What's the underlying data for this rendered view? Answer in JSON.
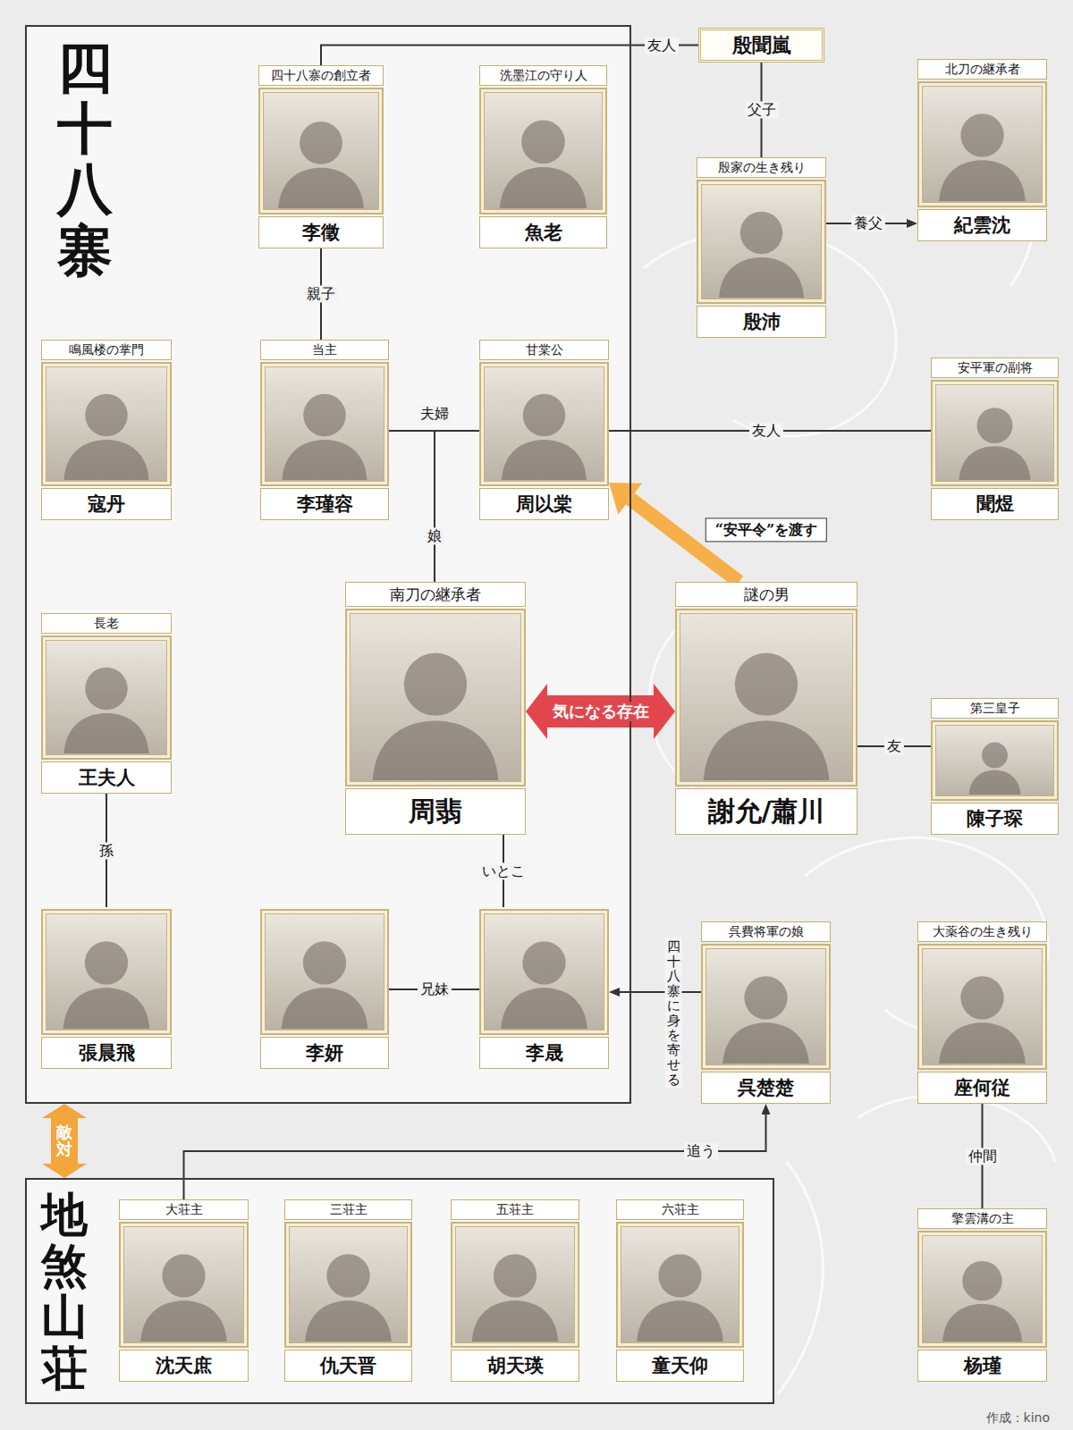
{
  "diagram": {
    "nodes": [
      {
        "text": [
          "四十八寨"
        ]
      },
      {
        "text": [
          "四十八寨の創立者",
          "李徵"
        ],
        "in": 0
      },
      {
        "text": [
          "洗墨江の守り人",
          "魚老"
        ],
        "in": 0
      },
      {
        "text": [
          "殷聞嵐"
        ]
      },
      {
        "text": [
          "殷家の生き残り",
          "殷沛"
        ]
      },
      {
        "text": [
          "北刀の継承者",
          "紀雲沈"
        ]
      },
      {
        "text": [
          "鳴風楼の掌門",
          "寇丹"
        ],
        "in": 0
      },
      {
        "text": [
          "当主",
          "李瑾容"
        ],
        "in": 0
      },
      {
        "text": [
          "甘棠公",
          "周以棠"
        ],
        "in": 0
      },
      {
        "text": [
          "安平軍の副将",
          "聞煜"
        ]
      },
      {
        "text": [
          "長老",
          "王夫人"
        ],
        "in": 0
      },
      {
        "text": [
          "南刀の継承者",
          "周翡"
        ],
        "in": 0
      },
      {
        "text": [
          "謎の男",
          "謝允/蕭川"
        ]
      },
      {
        "text": [
          "第三皇子",
          "陳子琛"
        ]
      },
      {
        "text": [
          "張晨飛"
        ],
        "in": 0
      },
      {
        "text": [
          "李妍"
        ],
        "in": 0
      },
      {
        "text": [
          "李晟"
        ],
        "in": 0
      },
      {
        "text": [
          "呉費将軍の娘",
          "呉楚楚"
        ]
      },
      {
        "text": [
          "大薬谷の生き残り",
          "座何従"
        ]
      },
      {
        "text": [
          "地煞山荘"
        ]
      },
      {
        "text": [
          "大荘主",
          "沈天庶"
        ],
        "in": 19
      },
      {
        "text": [
          "三荘主",
          "仇天晋"
        ],
        "in": 19
      },
      {
        "text": [
          "五荘主",
          "胡天瑛"
        ],
        "in": 19
      },
      {
        "text": [
          "六荘主",
          "童天仰"
        ],
        "in": 19
      },
      {
        "text": [
          "擎雲溝の主",
          "杨瑾"
        ]
      }
    ],
    "edges": [
      {
        "from": 1,
        "to": 3,
        "label": "友人",
        "arrow": "none"
      },
      {
        "from": 3,
        "to": 4,
        "label": "父子",
        "arrow": "none"
      },
      {
        "from": 4,
        "to": 5,
        "label": "養父",
        "arrow": "to"
      },
      {
        "from": 1,
        "to": 7,
        "label": "親子",
        "arrow": "none"
      },
      {
        "from": 7,
        "to": 8,
        "label": "夫婦",
        "arrow": "none"
      },
      {
        "from": 7,
        "to": 11,
        "label": "娘",
        "arrow": "none"
      },
      {
        "from": 8,
        "to": 11,
        "arrow": "none"
      },
      {
        "from": 8,
        "to": 9,
        "label": "友人",
        "arrow": "none"
      },
      {
        "from": 12,
        "to": 8,
        "label": "“安平令”を渡す",
        "arrow": "to"
      },
      {
        "from": 11,
        "to": 12,
        "label": "気になる存在",
        "arrow": "both"
      },
      {
        "from": 12,
        "to": 13,
        "label": "友",
        "arrow": "none"
      },
      {
        "from": 10,
        "to": 14,
        "label": "孫",
        "arrow": "none"
      },
      {
        "from": 15,
        "to": 16,
        "label": "兄妹",
        "arrow": "none"
      },
      {
        "from": 11,
        "to": 16,
        "label": "いとこ",
        "arrow": "none"
      },
      {
        "from": 17,
        "to": 16,
        "label": "四十八寨に身を寄せる",
        "arrow": "to"
      },
      {
        "from": 20,
        "to": 17,
        "label": "追う",
        "arrow": "to"
      },
      {
        "from": 18,
        "to": 24,
        "label": "仲間",
        "arrow": "none"
      },
      {
        "from": 0,
        "to": 19,
        "label": "敵対",
        "arrow": "both"
      }
    ],
    "labels": [
      "作成：kino"
    ]
  }
}
